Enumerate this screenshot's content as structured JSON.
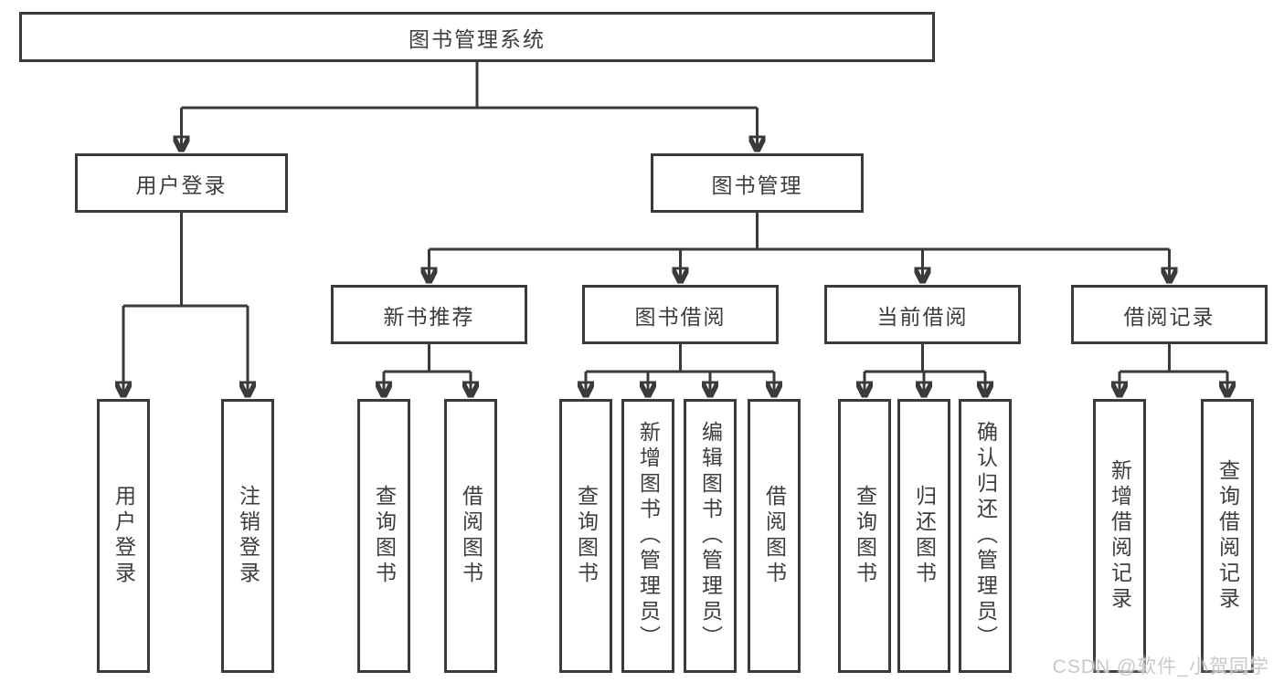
{
  "diagram": {
    "root": {
      "label": "图书管理系统"
    },
    "level2": [
      {
        "label": "用户登录"
      },
      {
        "label": "图书管理"
      }
    ],
    "level3": [
      {
        "label": "新书推荐"
      },
      {
        "label": "图书借阅"
      },
      {
        "label": "当前借阅"
      },
      {
        "label": "借阅记录"
      }
    ],
    "leaves": [
      {
        "label": "用户登录"
      },
      {
        "label": "注销登录"
      },
      {
        "label": "查询图书"
      },
      {
        "label": "借阅图书"
      },
      {
        "label": "查询图书"
      },
      {
        "label": "新增图书（管理员）"
      },
      {
        "label": "编辑图书（管理员）"
      },
      {
        "label": "借阅图书"
      },
      {
        "label": "查询图书"
      },
      {
        "label": "归还图书"
      },
      {
        "label": "确认归还（管理员）"
      },
      {
        "label": "新增借阅记录"
      },
      {
        "label": "查询借阅记录"
      }
    ],
    "watermark": "CSDN @软件_小贺同学"
  },
  "colors": {
    "line": "#3a3a3a",
    "text": "#3d3d3d",
    "watermark": "#c9c9c9",
    "bg": "#ffffff"
  }
}
